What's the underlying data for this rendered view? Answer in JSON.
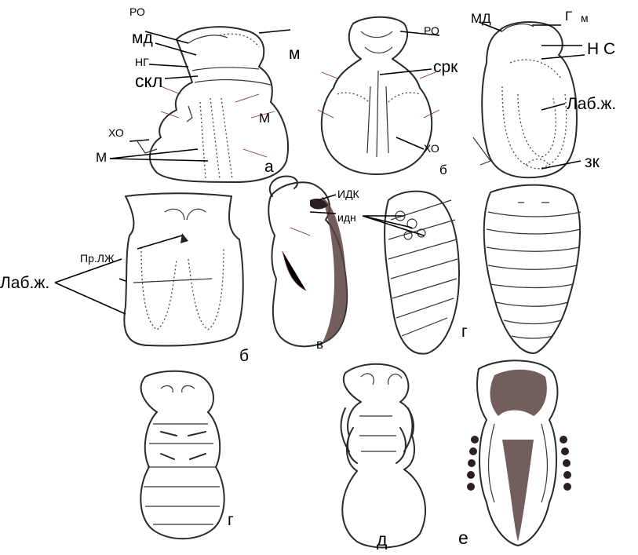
{
  "labels": {
    "ro_a": "РО",
    "md_a": "мд",
    "ng": "НГ",
    "skl": "скл",
    "m_a_top": "м",
    "m_a_side": "М",
    "kho_a": "ХО",
    "m_a_bottom": "М",
    "panel_a": "а",
    "ro_b": "РО",
    "srk": "срк",
    "kho_b": "ХО",
    "panel_b_top": "б",
    "md_c": "МД",
    "g": "Г",
    "m_c": "м",
    "ns": "Н С",
    "lab_zh_c": "Лаб.ж.",
    "zk": "зк",
    "pr_lzh": "Пр.ЛЖ",
    "lab_zh_b": "Лаб.ж.",
    "panel_b_mid": "б",
    "idk": "ИДК",
    "idn": "идн",
    "panel_v": "в",
    "panel_g_mid": "г",
    "panel_g_bottom": "г",
    "panel_d": "д",
    "panel_e": "е"
  }
}
